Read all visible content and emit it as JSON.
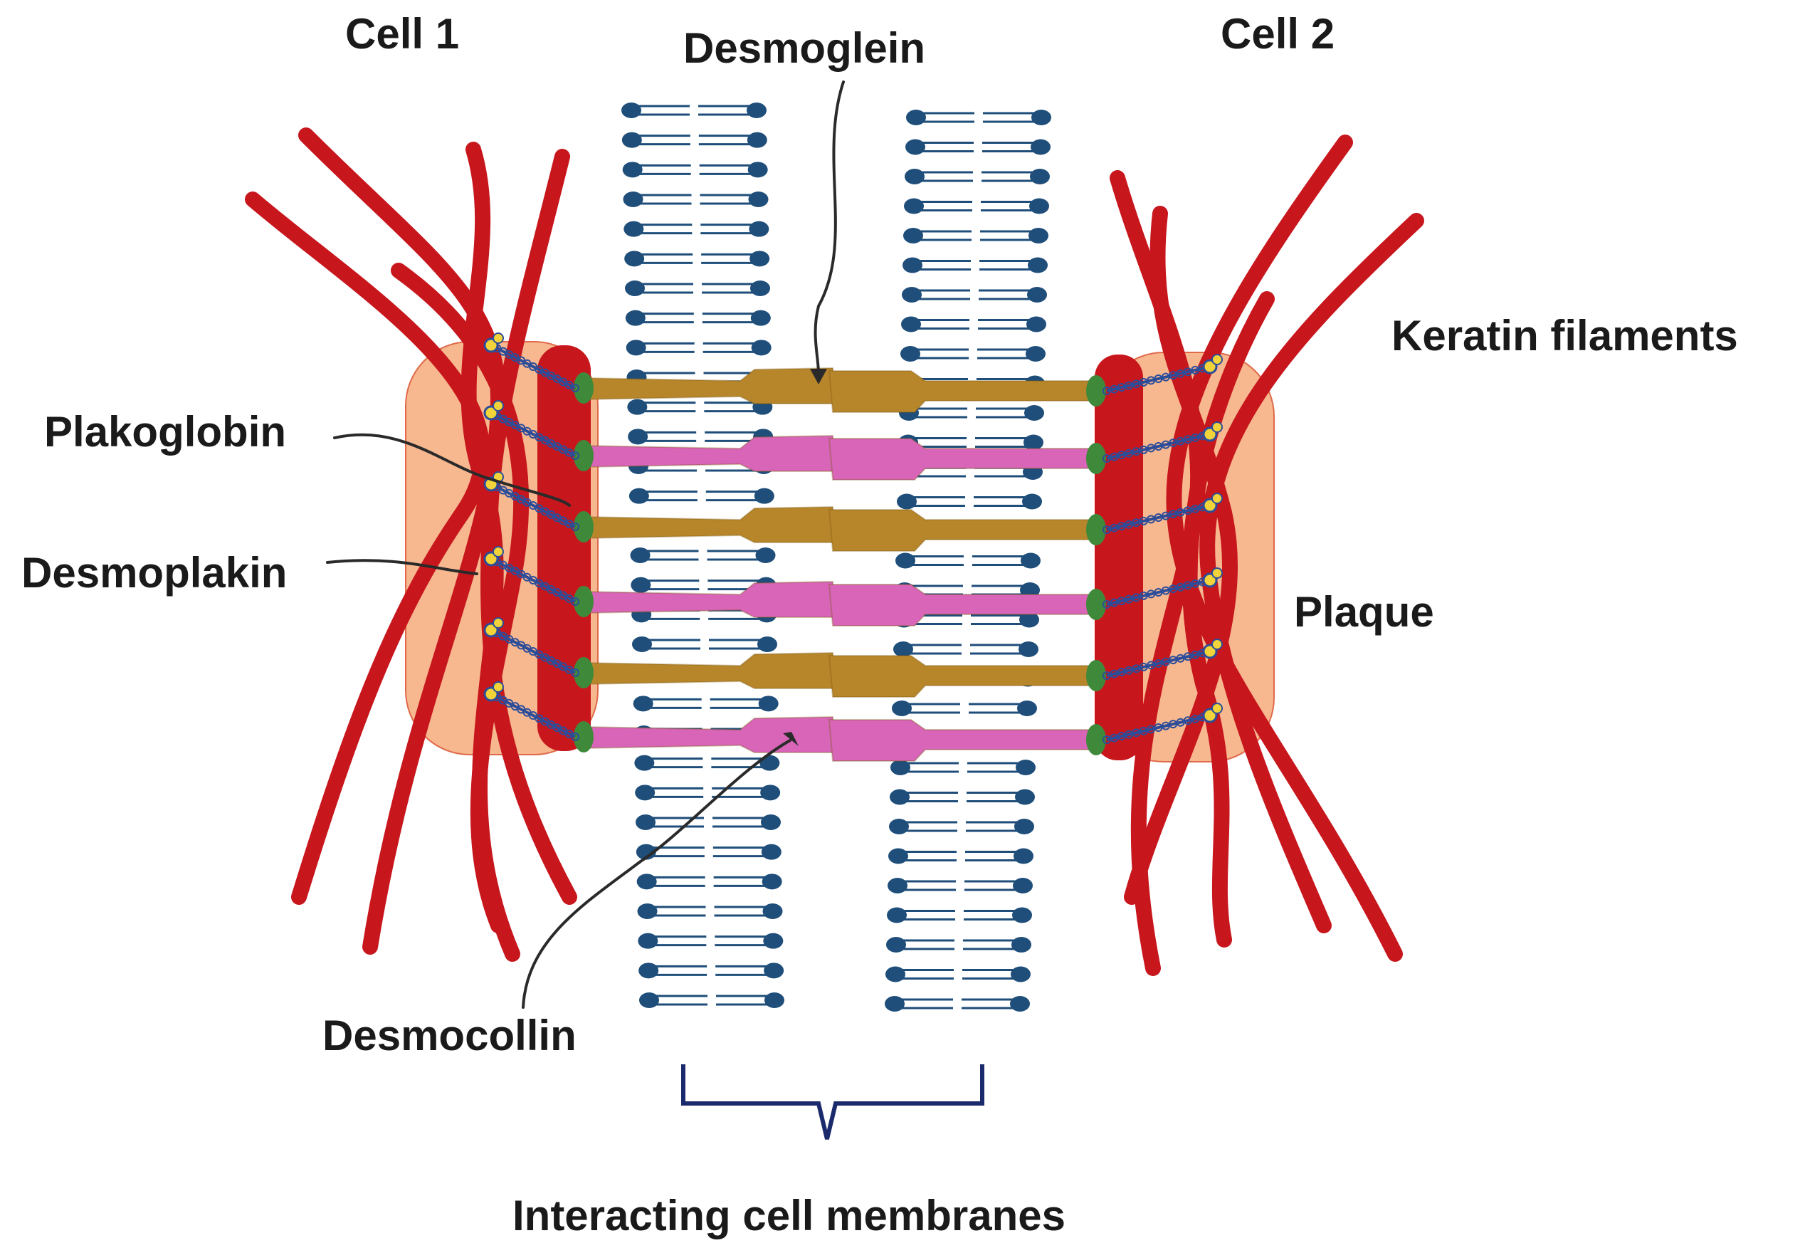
{
  "labels": {
    "cell1": "Cell 1",
    "cell2": "Cell 2",
    "desmoglein": "Desmoglein",
    "keratin": "Keratin filaments",
    "plakoglobin": "Plakoglobin",
    "desmoplakin": "Desmoplakin",
    "plaque": "Plaque",
    "desmocollin": "Desmocollin",
    "membranes": "Interacting cell membranes"
  },
  "colors": {
    "keratin": "#c8161d",
    "plaque": "#f7b88f",
    "plaque_edge": "#e0694a",
    "membrane_head": "#1f4e7a",
    "desmoglein": "#b8862a",
    "desmocollin": "#d865b8",
    "desmoplakin": "#2c4d9a",
    "plakoglobin": "#4a8a3a",
    "bead": "#f2d43a",
    "brace": "#1a2a6c",
    "pointer": "#2a2a2a"
  },
  "proteins": [
    "desmoglein",
    "desmocollin",
    "desmoglein",
    "desmocollin",
    "desmoglein",
    "desmocollin"
  ]
}
